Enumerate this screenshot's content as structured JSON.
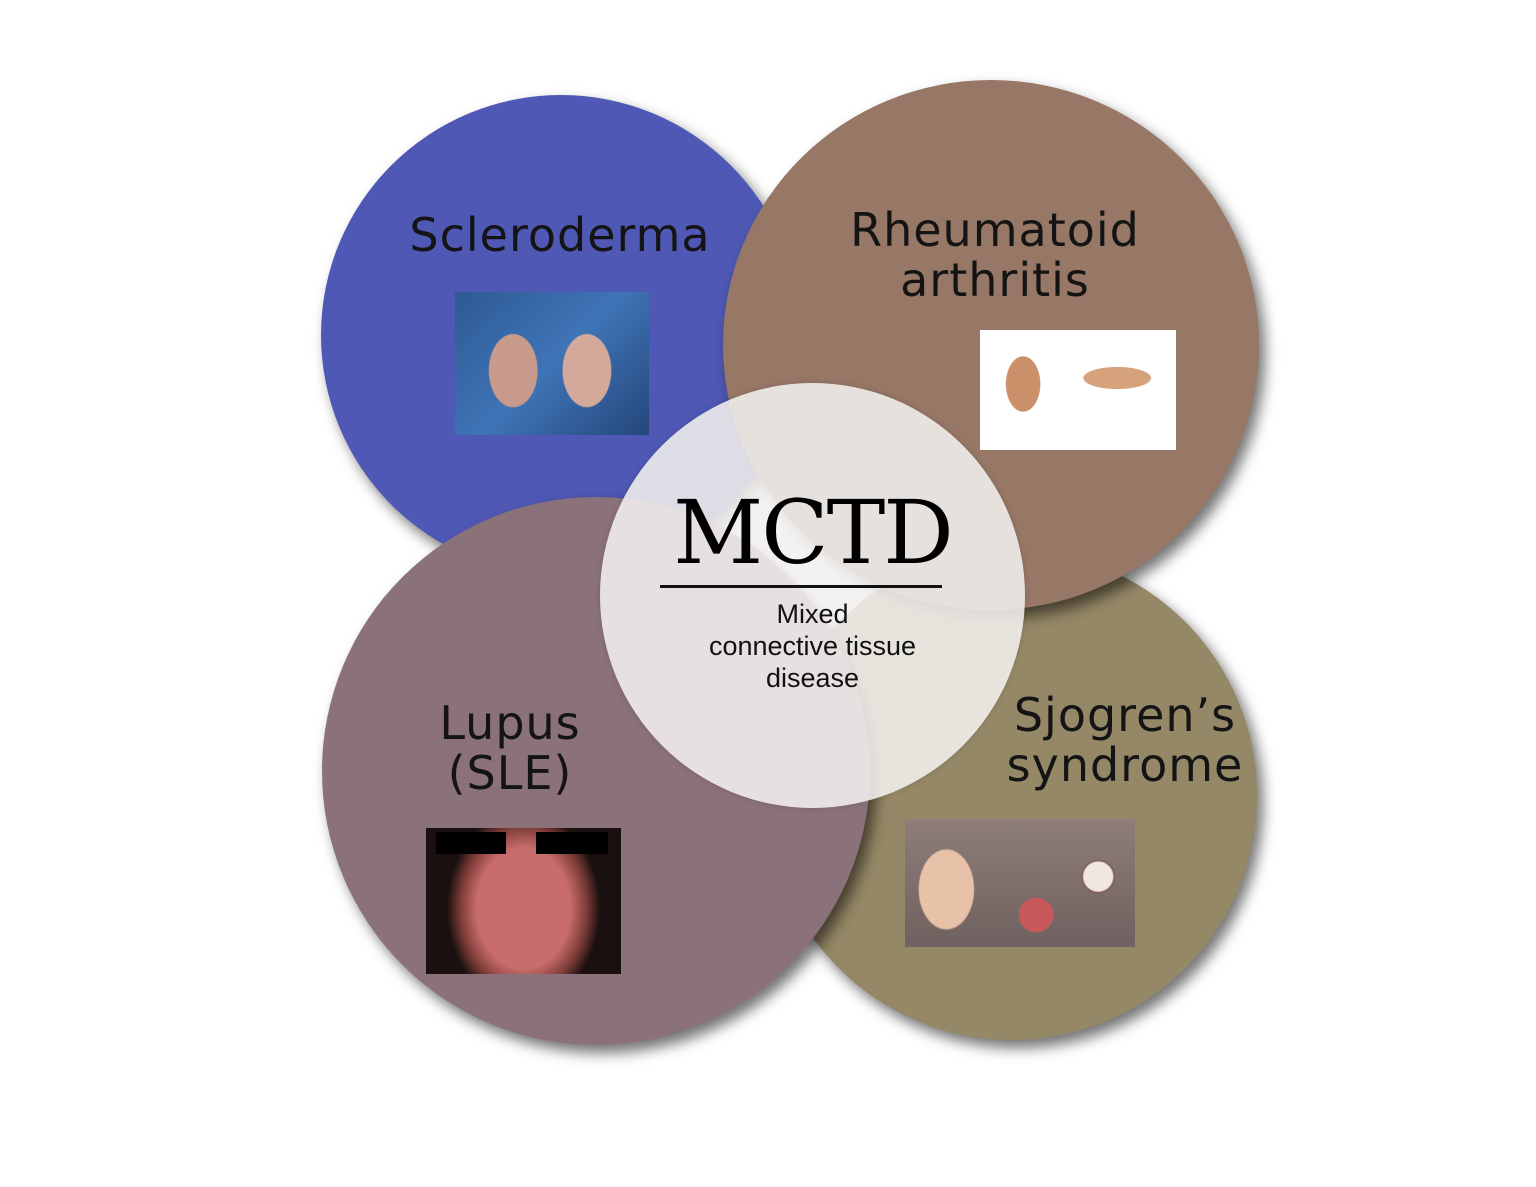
{
  "colors": {
    "scleroderma": "#4f58b4",
    "rheumatoid": "#977766",
    "lupus": "#8b7179",
    "sjogren": "#958866"
  },
  "center": {
    "title": "MCTD",
    "subtitle_lines": [
      "Mixed",
      "connective tissue",
      "disease"
    ]
  },
  "conditions": {
    "scleroderma": {
      "lines": [
        "Scleroderma"
      ]
    },
    "rheumatoid": {
      "lines": [
        "Rheumatoid",
        "arthritis"
      ]
    },
    "lupus": {
      "lines": [
        "Lupus",
        "(SLE)"
      ]
    },
    "sjogren": {
      "lines": [
        "Sjogren’s",
        "syndrome"
      ]
    }
  }
}
